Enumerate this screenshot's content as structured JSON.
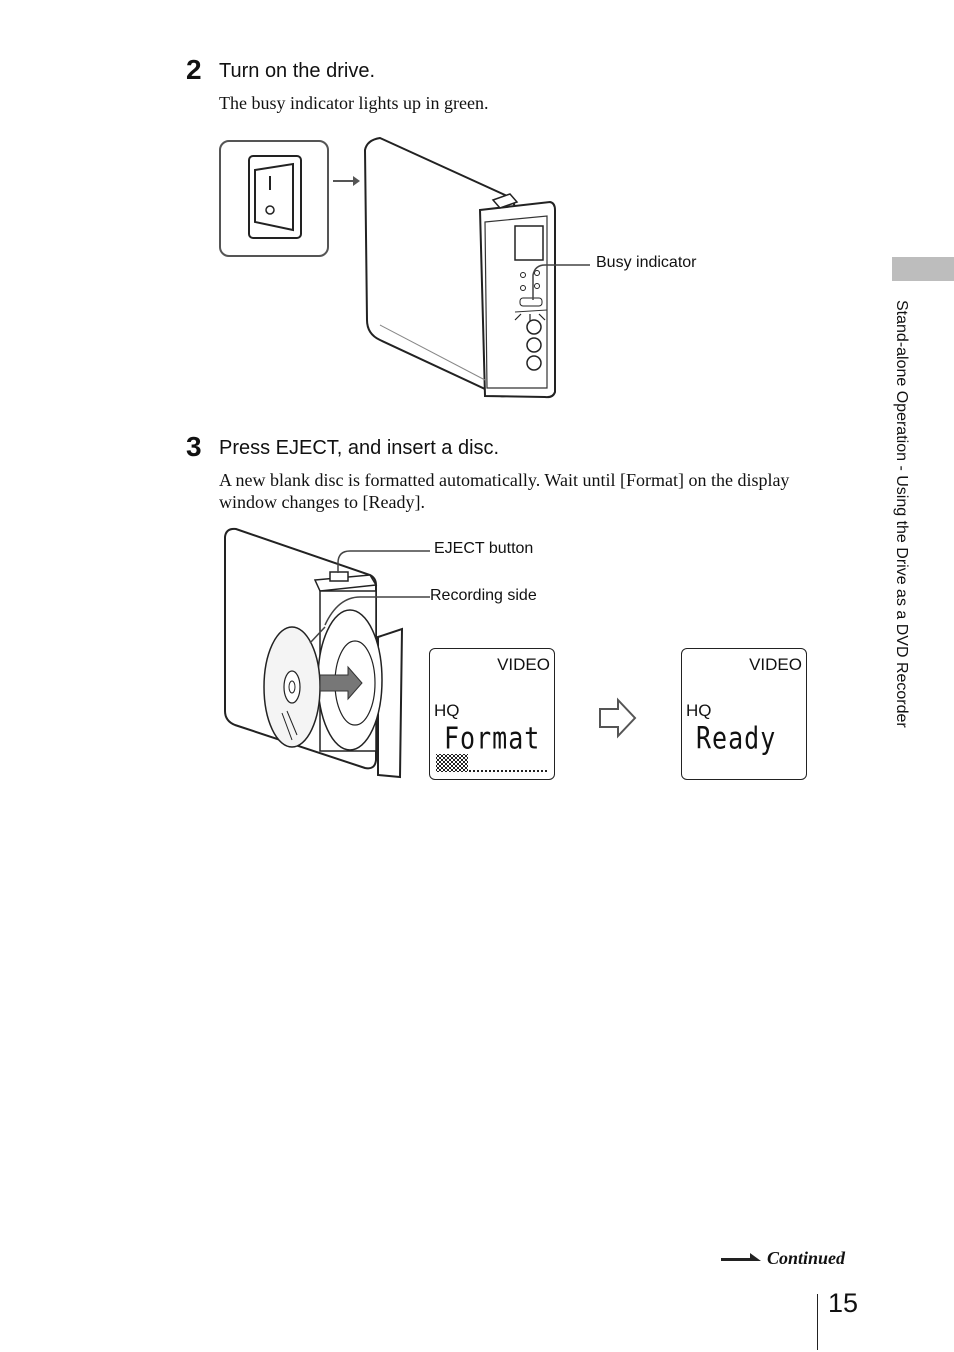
{
  "steps": [
    {
      "number": "2",
      "title": "Turn on the drive.",
      "body": "The busy indicator lights up in green."
    },
    {
      "number": "3",
      "title": "Press EJECT, and insert a disc.",
      "body_line1": "A new blank disc is formatted automatically. Wait until [Format] on the display",
      "body_line2": "window changes to [Ready]."
    }
  ],
  "figure1": {
    "callout_busy": "Busy indicator",
    "power_switch_mark": "I"
  },
  "figure2": {
    "callout_eject": "EJECT button",
    "callout_recording": "Recording side",
    "display_before": {
      "mode": "VIDEO",
      "quality": "HQ",
      "status": "Format"
    },
    "display_after": {
      "mode": "VIDEO",
      "quality": "HQ",
      "status": "Ready"
    }
  },
  "sidebar": {
    "section_title": "Stand-alone Operation - Using the Drive as a DVD Recorder"
  },
  "footer": {
    "continued": "Continued",
    "page_number": "15"
  },
  "icons": {
    "power_switch": "power-switch-icon",
    "arrow_right": "hollow-arrow-right-icon",
    "continued_arrow": "continued-arrow-icon"
  }
}
